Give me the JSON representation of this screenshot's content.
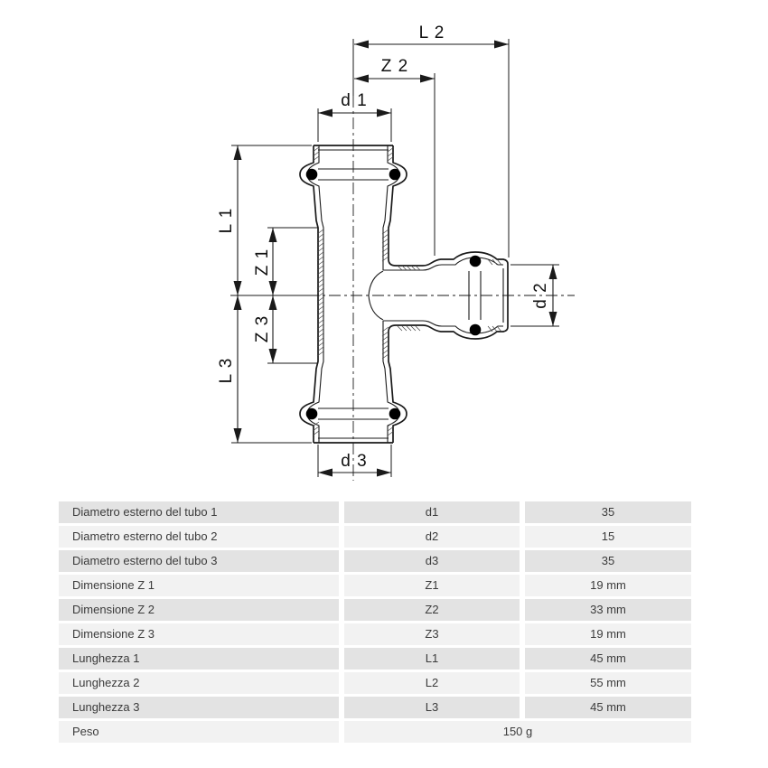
{
  "drawing": {
    "labels": {
      "l2": "L 2",
      "z2": "Z 2",
      "d1": "d 1",
      "l1": "L 1",
      "z1": "Z 1",
      "z3": "Z 3",
      "l3": "L 3",
      "d2": "d 2",
      "d3": "d 3"
    },
    "line_color": "#1a1a1a"
  },
  "table": {
    "rows": [
      {
        "label": "Diametro esterno del tubo 1",
        "symbol": "d1",
        "value": "35"
      },
      {
        "label": "Diametro esterno del tubo 2",
        "symbol": "d2",
        "value": "15"
      },
      {
        "label": "Diametro esterno del tubo 3",
        "symbol": "d3",
        "value": "35"
      },
      {
        "label": "Dimensione Z 1",
        "symbol": "Z1",
        "value": "19 mm"
      },
      {
        "label": "Dimensione Z 2",
        "symbol": "Z2",
        "value": "33 mm"
      },
      {
        "label": "Dimensione Z 3",
        "symbol": "Z3",
        "value": "19 mm"
      },
      {
        "label": "Lunghezza 1",
        "symbol": "L1",
        "value": "45 mm"
      },
      {
        "label": "Lunghezza 2",
        "symbol": "L2",
        "value": "55 mm"
      },
      {
        "label": "Lunghezza 3",
        "symbol": "L3",
        "value": "45 mm"
      }
    ],
    "weight_row": {
      "label": "Peso",
      "value": "150 g"
    },
    "colors": {
      "row_dark": "#e3e3e3",
      "row_light": "#f2f2f2",
      "text": "#3b3b3b"
    }
  }
}
